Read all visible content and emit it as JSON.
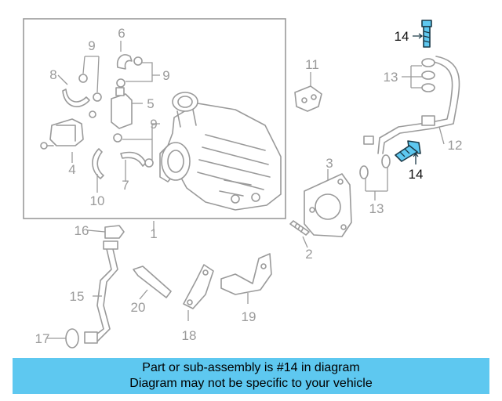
{
  "highlight_color": "#5ec8f0",
  "callouts": {
    "c1": "1",
    "c2": "2",
    "c3": "3",
    "c4": "4",
    "c5": "5",
    "c6": "6",
    "c7": "7",
    "c8": "8",
    "c9a": "9",
    "c9b": "9",
    "c9c": "9",
    "c10": "10",
    "c11": "11",
    "c12": "12",
    "c13a": "13",
    "c13b": "13",
    "c14a": "14",
    "c14b": "14",
    "c15": "15",
    "c16": "16",
    "c17": "17",
    "c18": "18",
    "c19": "19",
    "c20": "20"
  },
  "banner": {
    "line1": "Part or sub-assembly is #14 in diagram",
    "line2": "Diagram may not be specific to your vehicle"
  }
}
